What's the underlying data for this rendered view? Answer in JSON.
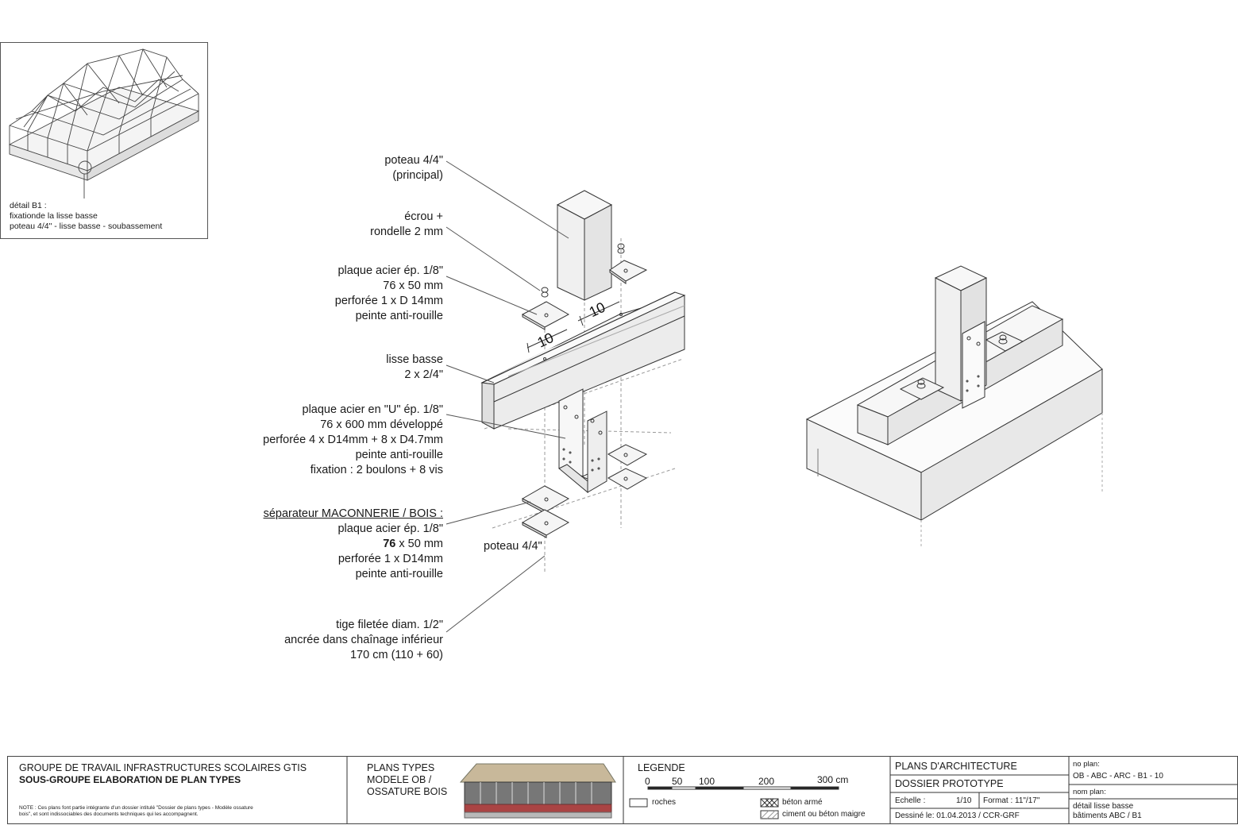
{
  "keyplan": {
    "caption": [
      "détail B1 :",
      "fixationde la lisse basse",
      "poteau 4/4\" - lisse basse - soubassement"
    ]
  },
  "labels": {
    "poteau_principal": [
      "poteau 4/4\"",
      "(principal)"
    ],
    "ecrou": [
      "écrou +",
      "rondelle 2 mm"
    ],
    "plaque_acier": [
      "plaque acier ép. 1/8\"",
      "76 x 50 mm",
      "perforée 1 x D 14mm",
      "peinte anti-rouille"
    ],
    "lisse_basse": [
      "lisse basse",
      "2 x 2/4\""
    ],
    "plaque_u": [
      "plaque acier en \"U\" ép. 1/8\"",
      "76 x 600 mm développé",
      "perforée 4 x D14mm + 8 x D4.7mm",
      "peinte anti-rouille",
      "fixation : 2 boulons + 8 vis"
    ],
    "separateur_title": "séparateur MACONNERIE / BOIS :",
    "separateur": {
      "line1": "plaque acier ép. 1/8\"",
      "line2_bold": "76",
      "line2_rest": " x 50 mm",
      "line3": "perforée 1 x D14mm",
      "line4": "peinte anti-rouille"
    },
    "tige": [
      "tige filetée diam. 1/2\"",
      "ancrée dans chaînage inférieur",
      "170 cm (110 + 60)"
    ],
    "poteau_bas": "poteau 4/4\"",
    "dim_1": "10",
    "dim_2": "10"
  },
  "titleblock": {
    "org_line1": "GROUPE DE TRAVAIL INFRASTRUCTURES SCOLAIRES GTIS",
    "org_line2": "SOUS-GROUPE ELABORATION DE PLAN TYPES",
    "note": [
      "NOTE : Ces plans font partie intégrante d'un dossier intitulé \"Dossier de plans types -  Modèle ossature",
      "bois\", et sont indissociables des documents techniques qui les accompagnent."
    ],
    "plans_types": [
      "PLANS TYPES",
      "MODELE OB /",
      "OSSATURE BOIS"
    ],
    "legende_title": "LEGENDE",
    "scale_ticks": [
      "0",
      "50",
      "100",
      "200",
      "300 cm"
    ],
    "legend_items": {
      "roches": "roches",
      "beton_arme": "béton armé",
      "ciment": "ciment ou béton maigre"
    },
    "plans_archi": "PLANS D'ARCHITECTURE",
    "dossier": "DOSSIER PROTOTYPE",
    "echelle_label": "Echelle :",
    "echelle_value": "1/10",
    "format": "Format : 11\"/17\"",
    "dessine": "Dessiné le: 01.04.2013 / CCR-GRF",
    "no_plan_label": "no plan:",
    "no_plan_value": "OB - ABC - ARC - B1 - 10",
    "nom_plan_label": "nom plan:",
    "nom_plan_value": [
      "détail lisse basse",
      "bâtiments ABC / B1"
    ]
  }
}
